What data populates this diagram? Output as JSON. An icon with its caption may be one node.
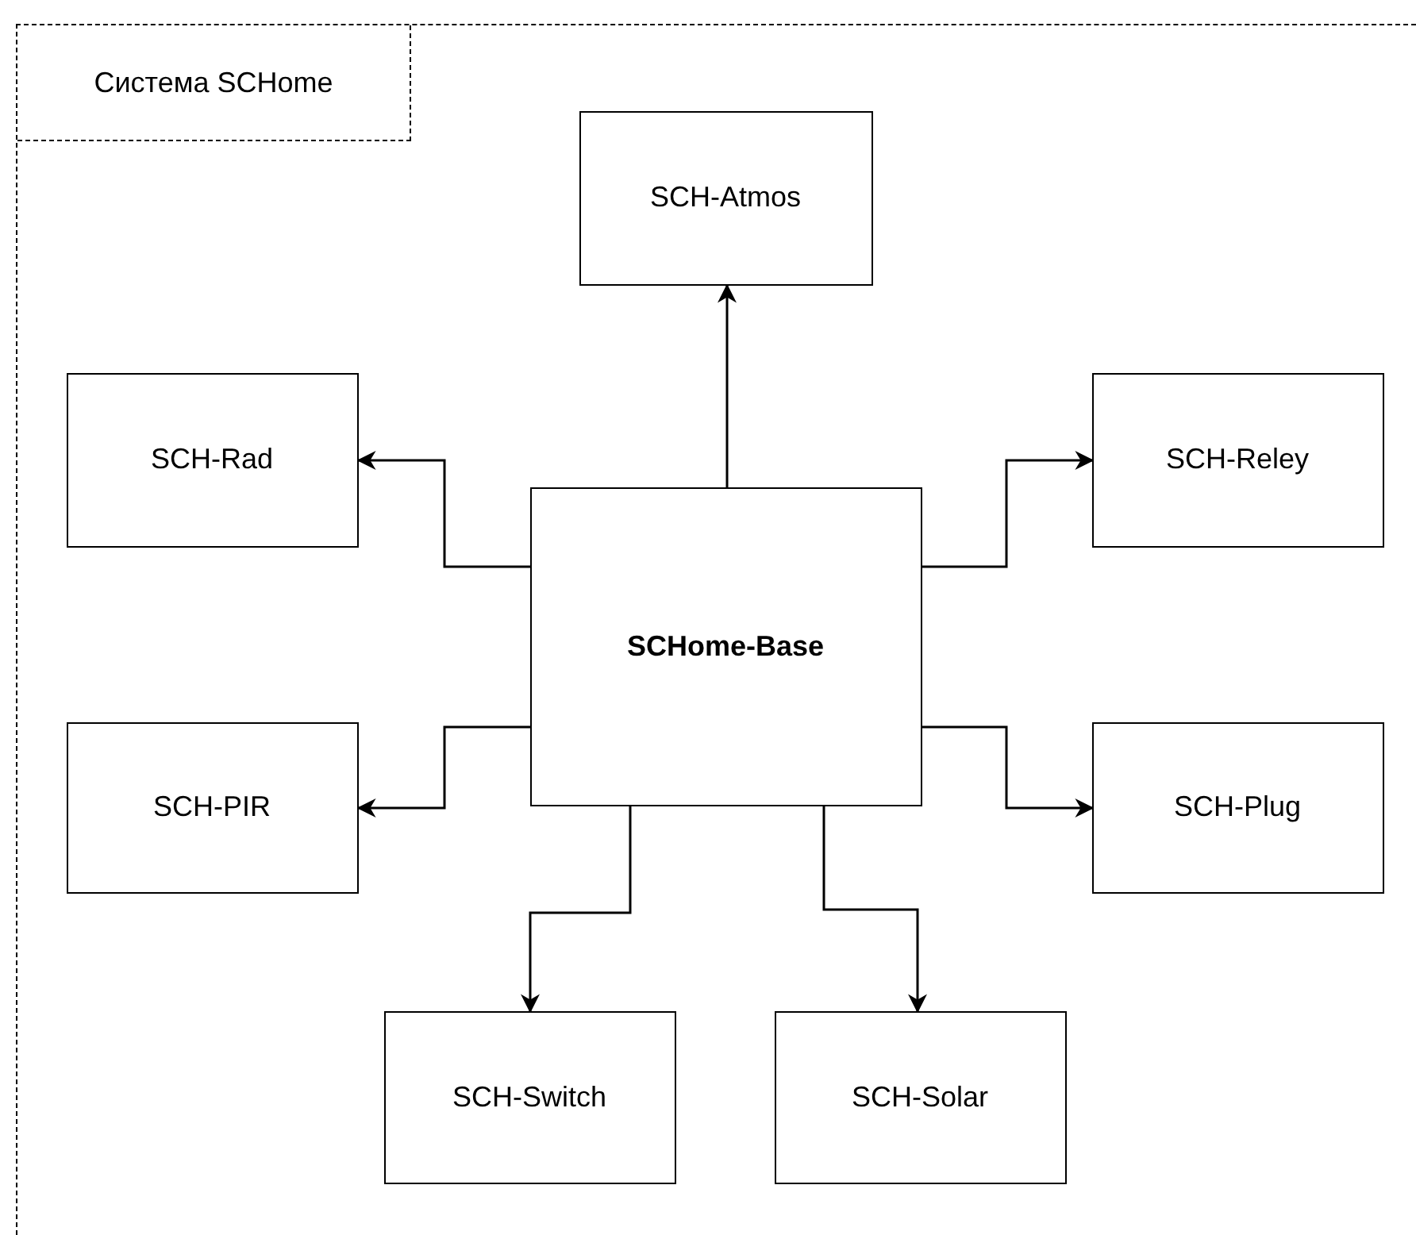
{
  "diagram": {
    "nodes": [
      {
        "text": [
          "Система SCHome"
        ]
      },
      {
        "text": [
          "SCH-Atmos"
        ],
        "in": 0
      },
      {
        "text": [
          "SCH-Rad"
        ],
        "in": 0
      },
      {
        "text": [
          "SCH-Reley"
        ],
        "in": 0
      },
      {
        "text": [
          "SCHome-Base"
        ],
        "in": 0
      },
      {
        "text": [
          "SCH-PIR"
        ],
        "in": 0
      },
      {
        "text": [
          "SCH-Plug"
        ],
        "in": 0
      },
      {
        "text": [
          "SCH-Switch"
        ],
        "in": 0
      },
      {
        "text": [
          "SCH-Solar"
        ],
        "in": 0
      }
    ],
    "edges": [
      {
        "from": 4,
        "to": 1,
        "arrow": "to"
      },
      {
        "from": 4,
        "to": 2,
        "arrow": "to"
      },
      {
        "from": 4,
        "to": 3,
        "arrow": "to"
      },
      {
        "from": 4,
        "to": 5,
        "arrow": "to"
      },
      {
        "from": 4,
        "to": 6,
        "arrow": "to"
      },
      {
        "from": 4,
        "to": 7,
        "arrow": "to"
      },
      {
        "from": 4,
        "to": 8,
        "arrow": "to"
      }
    ]
  }
}
